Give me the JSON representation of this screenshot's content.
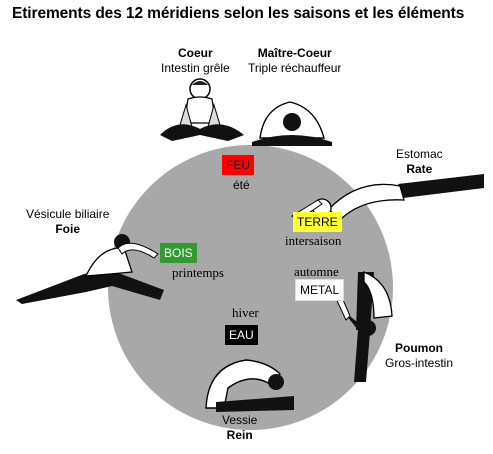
{
  "title": "Etirements des 12 méridiens selon les saisons et les éléments",
  "colors": {
    "circle": "#a8a8a8",
    "feu": "#ff0000",
    "terre": "#ffff33",
    "bois": "#339933",
    "metal": "#ffffff",
    "eau": "#000000"
  },
  "meridians": {
    "coeur": {
      "title": "Coeur",
      "sub": "Intestin grêle"
    },
    "maitre_coeur": {
      "title": "Maître-Coeur",
      "sub": "Triple réchauffeur"
    },
    "estomac": {
      "top": "Estomac",
      "bold": "Rate"
    },
    "vesicule": {
      "top": "Vésicule biliaire",
      "bold": "Foie"
    },
    "poumon": {
      "bold": "Poumon",
      "sub": "Gros-intestin"
    },
    "vessie": {
      "top": "Vessie",
      "bold": "Rein"
    }
  },
  "elements": {
    "feu": {
      "label": "FEU",
      "season": "été"
    },
    "terre": {
      "label": "TERRE",
      "season": "intersaison"
    },
    "bois": {
      "label": "BOIS",
      "season": "printemps"
    },
    "metal": {
      "label": "METAL",
      "season": "automne"
    },
    "eau": {
      "label": "EAU",
      "season": "hiver"
    }
  },
  "figures": {
    "coeur": "seated-butterfly-figure",
    "maitre_coeur": "forward-fold-figure",
    "estomac": "back-arch-figure",
    "vesicule": "side-stretch-figure",
    "poumon": "standing-fold-figure",
    "vessie": "seated-forward-bend-figure"
  }
}
